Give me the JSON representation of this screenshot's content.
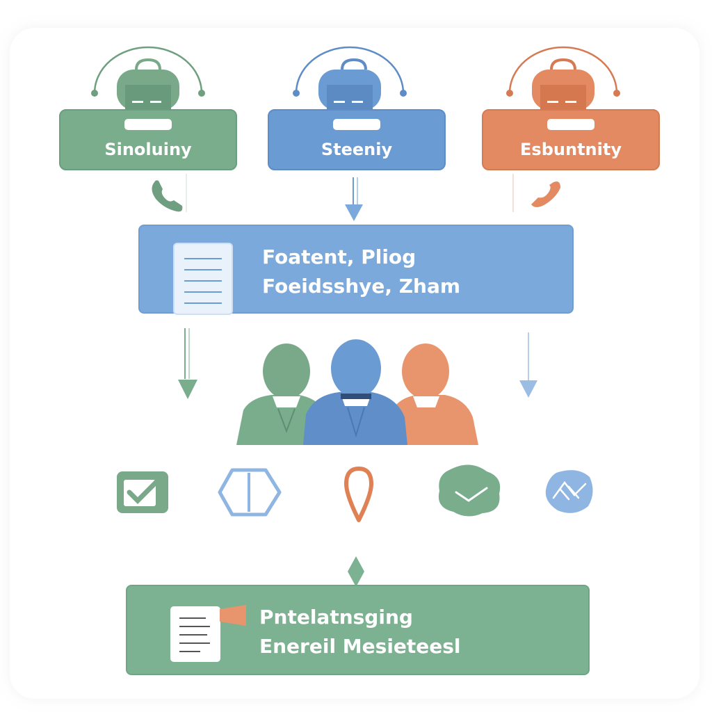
{
  "top_nodes": [
    {
      "label": "Sinoluiny",
      "color": "#79ad8c"
    },
    {
      "label": "Steeniy",
      "color": "#6b9bd3"
    },
    {
      "label": "Esbuntnity",
      "color": "#e48a62"
    }
  ],
  "central": {
    "line1": "Foatent, Pliog",
    "line2": "Foeidsshye, Zham"
  },
  "bottom": {
    "line1": "Pntelatnsging",
    "line2": "Enereil Mesieteesl"
  },
  "icons": [
    "phone-icon",
    "down-arrow-icon",
    "checkbox-icon",
    "shield-icon",
    "location-pin-icon",
    "cloud-check-icon",
    "handshake-icon",
    "document-icon",
    "people-group-icon",
    "headset-icon"
  ],
  "colors": {
    "green": "#79ad8c",
    "blue": "#6b9bd3",
    "orange": "#e48a62"
  }
}
